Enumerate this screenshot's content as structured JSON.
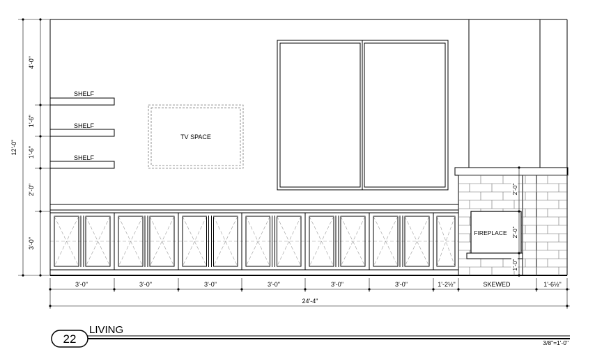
{
  "labels": {
    "shelf_1": "SHELF",
    "shelf_2": "SHELF",
    "shelf_3": "SHELF",
    "tv_space": "TV SPACE",
    "fireplace": "FIREPLACE"
  },
  "dimensions_vertical_left": {
    "total": "12'-0\"",
    "seg_1": "4'-0\"",
    "seg_2": "1'-6\"",
    "seg_3": "1'-6\"",
    "seg_4": "2'-0\"",
    "seg_5": "3'-0\""
  },
  "dimensions_vertical_fireplace": {
    "upper": "2'-0\"",
    "middle": "2'-0\"",
    "lower": "1'-0\""
  },
  "dimensions_horizontal": {
    "seg_1": "3'-0\"",
    "seg_2": "3'-0\"",
    "seg_3": "3'-0\"",
    "seg_4": "3'-0\"",
    "seg_5": "3'-0\"",
    "seg_6": "3'-0\"",
    "seg_7": "1'-2½\"",
    "seg_8": "SKEWED",
    "seg_9": "1'-6½\"",
    "total": "24'-4\""
  },
  "title_block": {
    "number": "22",
    "title": "LIVING",
    "scale": "3/8\"=1'-0\""
  }
}
